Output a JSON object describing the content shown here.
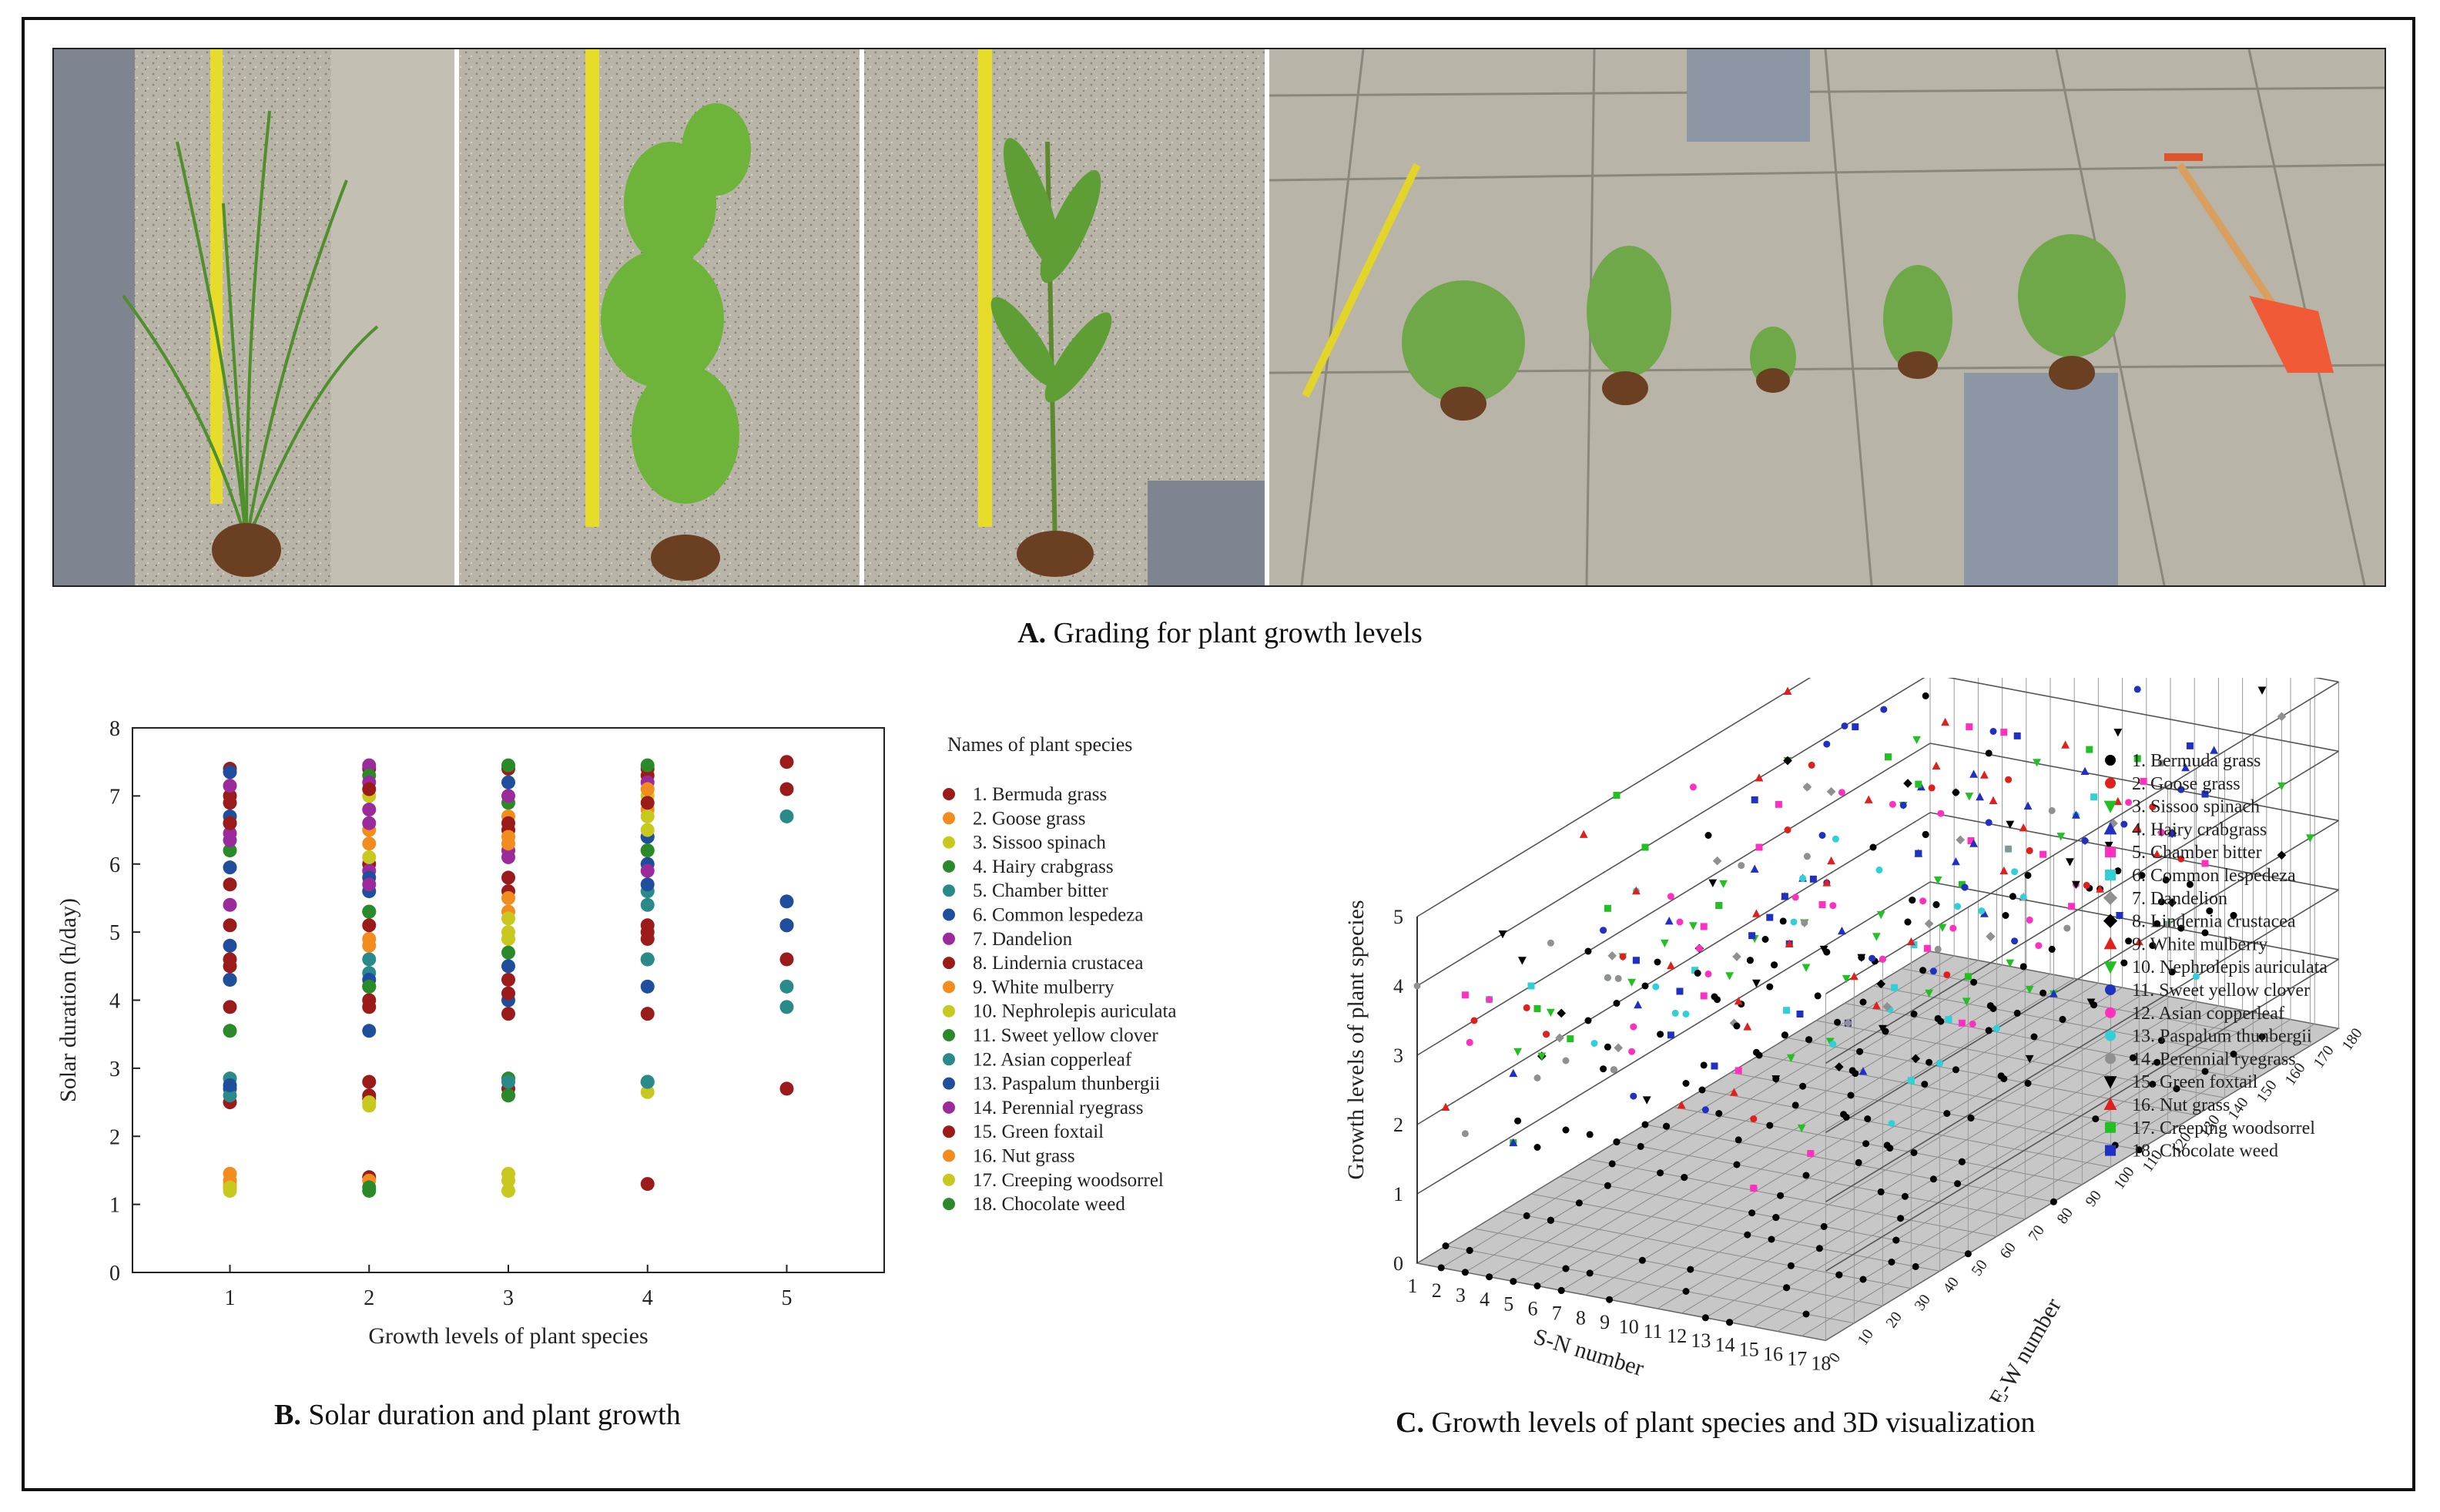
{
  "panelA": {
    "caption_letter": "A.",
    "caption_text": "Grading for plant growth levels"
  },
  "panelB": {
    "caption_letter": "B.",
    "caption_text": "Solar duration and plant growth",
    "legend_title": "Names of plant species"
  },
  "panelC": {
    "caption_letter": "C.",
    "caption_text": "Growth levels of plant species and 3D visualization"
  },
  "species": [
    "1. Bermuda grass",
    "2. Goose grass",
    "3. Sissoo spinach",
    "4. Hairy crabgrass",
    "5. Chamber bitter",
    "6. Common lespedeza",
    "7. Dandelion",
    "8. Lindernia crustacea",
    "9. White mulberry",
    "10. Nephrolepis auriculata",
    "11. Sweet yellow clover",
    "12. Asian copperleaf",
    "13. Paspalum thunbergii",
    "14. Perennial ryegrass",
    "15. Green foxtail",
    "16. Nut grass",
    "17. Creeping woodsorrel",
    "18. Chocolate weed"
  ],
  "colors_B": [
    "#9b1b1b",
    "#f28c1e",
    "#c8c81e",
    "#2a8a2a",
    "#2a8a8a",
    "#1f4f9c",
    "#9b2a9b",
    "#9b1b1b",
    "#f28c1e",
    "#c8c81e",
    "#2a8a2a",
    "#2a8a8a",
    "#1f4f9c",
    "#9b2a9b",
    "#9b1b1b",
    "#f28c1e",
    "#c8c81e",
    "#2a8a2a"
  ],
  "colors_C": [
    "#000000",
    "#e0201c",
    "#22c022",
    "#2030c0",
    "#ff30c0",
    "#30d0d8",
    "#909090",
    "#000000",
    "#e0201c",
    "#22c022",
    "#2030c0",
    "#ff30c0",
    "#30d0d8",
    "#909090",
    "#000000",
    "#e0201c",
    "#22c022",
    "#2030c0"
  ],
  "markers_C": [
    "circle",
    "circle",
    "tri-down",
    "tri-up",
    "square",
    "square",
    "diamond",
    "diamond",
    "tri-up",
    "tri-down",
    "circle",
    "circle",
    "circle",
    "circle",
    "tri-down",
    "tri-up",
    "square",
    "square"
  ],
  "chart_data": [
    {
      "type": "scatter",
      "title": "",
      "xlabel": "Growth levels of plant species",
      "ylabel": "Solar duration (h/day)",
      "xlim": [
        0.3,
        5.7
      ],
      "ylim": [
        0,
        8
      ],
      "xticks": [
        1,
        2,
        3,
        4,
        5
      ],
      "yticks": [
        0,
        1,
        2,
        3,
        4,
        5,
        6,
        7,
        8
      ],
      "legend_position": "right",
      "series": [
        {
          "name": "1",
          "points": [
            [
              1,
              7.4
            ],
            [
              1,
              7.0
            ],
            [
              1,
              6.6
            ],
            [
              1,
              5.1
            ],
            [
              1,
              4.3
            ],
            [
              1,
              2.5
            ],
            [
              2,
              7.4
            ],
            [
              2,
              6.0
            ],
            [
              2,
              4.2
            ],
            [
              2,
              2.8
            ],
            [
              2,
              1.4
            ],
            [
              3,
              7.4
            ],
            [
              3,
              6.5
            ],
            [
              3,
              5.8
            ],
            [
              3,
              4.3
            ],
            [
              3,
              2.7
            ],
            [
              4,
              7.4
            ],
            [
              4,
              5.0
            ],
            [
              4,
              3.8
            ],
            [
              4,
              1.3
            ],
            [
              5,
              7.5
            ],
            [
              5,
              7.1
            ],
            [
              5,
              5.1
            ],
            [
              5,
              4.6
            ],
            [
              5,
              2.7
            ]
          ]
        },
        {
          "name": "2",
          "points": [
            [
              1,
              1.45
            ],
            [
              2,
              4.9
            ],
            [
              2,
              6.3
            ],
            [
              3,
              6.4
            ],
            [
              3,
              5.3
            ],
            [
              4,
              6.8
            ]
          ]
        },
        {
          "name": "3",
          "points": [
            [
              1,
              1.3
            ],
            [
              2,
              2.45
            ],
            [
              2,
              7.0
            ],
            [
              3,
              1.45
            ],
            [
              3,
              5.0
            ],
            [
              4,
              7.0
            ],
            [
              4,
              2.65
            ]
          ]
        },
        {
          "name": "4",
          "points": [
            [
              1,
              3.55
            ],
            [
              2,
              1.2
            ],
            [
              2,
              5.3
            ],
            [
              3,
              2.85
            ],
            [
              3,
              6.9
            ],
            [
              4,
              6.4
            ],
            [
              4,
              2.8
            ]
          ]
        },
        {
          "name": "5",
          "points": [
            [
              1,
              2.85
            ],
            [
              2,
              4.6
            ],
            [
              3,
              2.6
            ],
            [
              4,
              5.4
            ],
            [
              4,
              2.8
            ],
            [
              5,
              6.7
            ],
            [
              5,
              4.2
            ],
            [
              5,
              3.9
            ]
          ]
        },
        {
          "name": "6",
          "points": [
            [
              1,
              7.35
            ],
            [
              1,
              5.95
            ],
            [
              1,
              4.8
            ],
            [
              1,
              2.7
            ],
            [
              2,
              3.55
            ],
            [
              2,
              5.6
            ],
            [
              3,
              7.2
            ],
            [
              3,
              4.0
            ],
            [
              4,
              6.0
            ],
            [
              4,
              4.2
            ],
            [
              5,
              5.45
            ],
            [
              5,
              5.1
            ]
          ]
        },
        {
          "name": "7",
          "points": [
            [
              1,
              6.45
            ],
            [
              1,
              5.4
            ],
            [
              2,
              7.45
            ],
            [
              2,
              6.8
            ],
            [
              2,
              5.9
            ],
            [
              3,
              6.1
            ],
            [
              4,
              5.9
            ]
          ]
        },
        {
          "name": "8",
          "points": [
            [
              1,
              6.9
            ],
            [
              1,
              4.6
            ],
            [
              1,
              3.9
            ],
            [
              2,
              5.1
            ],
            [
              2,
              4.0
            ],
            [
              2,
              2.6
            ],
            [
              3,
              5.6
            ],
            [
              3,
              3.8
            ],
            [
              4,
              7.3
            ],
            [
              4,
              4.9
            ]
          ]
        },
        {
          "name": "9",
          "points": [
            [
              1,
              1.25
            ],
            [
              2,
              6.5
            ],
            [
              2,
              1.35
            ],
            [
              3,
              6.7
            ],
            [
              3,
              5.5
            ]
          ]
        },
        {
          "name": "10",
          "points": [
            [
              1,
              1.2
            ],
            [
              2,
              6.1
            ],
            [
              3,
              1.2
            ],
            [
              3,
              4.9
            ],
            [
              4,
              6.7
            ]
          ]
        },
        {
          "name": "11",
          "points": [
            [
              1,
              6.2
            ],
            [
              2,
              7.3
            ],
            [
              2,
              5.3
            ],
            [
              3,
              4.7
            ],
            [
              4,
              6.2
            ],
            [
              4,
              4.6
            ]
          ]
        },
        {
          "name": "12",
          "points": [
            [
              1,
              2.6
            ],
            [
              2,
              4.4
            ],
            [
              3,
              2.8
            ],
            [
              4,
              5.6
            ],
            [
              4,
              4.6
            ]
          ]
        },
        {
          "name": "13",
          "points": [
            [
              1,
              6.7
            ],
            [
              1,
              4.3
            ],
            [
              1,
              2.75
            ],
            [
              2,
              5.8
            ],
            [
              2,
              4.3
            ],
            [
              3,
              4.5
            ],
            [
              4,
              5.7
            ],
            [
              4,
              6.4
            ]
          ]
        },
        {
          "name": "14",
          "points": [
            [
              1,
              7.15
            ],
            [
              1,
              6.35
            ],
            [
              2,
              7.2
            ],
            [
              2,
              6.6
            ],
            [
              2,
              5.7
            ],
            [
              3,
              7.0
            ],
            [
              3,
              6.2
            ],
            [
              4,
              7.2
            ]
          ]
        },
        {
          "name": "15",
          "points": [
            [
              1,
              6.6
            ],
            [
              1,
              5.7
            ],
            [
              1,
              4.5
            ],
            [
              2,
              7.1
            ],
            [
              2,
              3.9
            ],
            [
              2,
              2.55
            ],
            [
              3,
              6.6
            ],
            [
              3,
              4.1
            ],
            [
              4,
              6.9
            ],
            [
              4,
              5.1
            ]
          ]
        },
        {
          "name": "16",
          "points": [
            [
              1,
              1.35
            ],
            [
              2,
              4.8
            ],
            [
              3,
              6.3
            ],
            [
              4,
              7.1
            ]
          ]
        },
        {
          "name": "17",
          "points": [
            [
              1,
              1.25
            ],
            [
              2,
              2.5
            ],
            [
              3,
              1.35
            ],
            [
              3,
              5.2
            ],
            [
              4,
              6.5
            ]
          ]
        },
        {
          "name": "18",
          "points": [
            [
              2,
              1.25
            ],
            [
              2,
              4.2
            ],
            [
              3,
              2.6
            ],
            [
              3,
              7.45
            ],
            [
              4,
              7.45
            ],
            [
              4,
              6.2
            ]
          ]
        }
      ]
    },
    {
      "type": "scatter3d",
      "title": "",
      "xlabel": "S-N number",
      "ylabel": "E-W number",
      "zlabel": "Growth levels of plant species",
      "xlim": [
        1,
        18
      ],
      "ylim": [
        0,
        180
      ],
      "zlim": [
        0,
        5
      ],
      "xticks": [
        1,
        2,
        3,
        4,
        5,
        6,
        7,
        8,
        9,
        10,
        11,
        12,
        13,
        14,
        15,
        16,
        17,
        18
      ],
      "yticks": [
        0,
        10,
        20,
        30,
        40,
        50,
        60,
        70,
        80,
        90,
        100,
        110,
        120,
        130,
        140,
        150,
        160,
        170,
        180
      ],
      "zticks": [
        0,
        1,
        2,
        3,
        4,
        5
      ],
      "legend_position": "right"
    }
  ]
}
